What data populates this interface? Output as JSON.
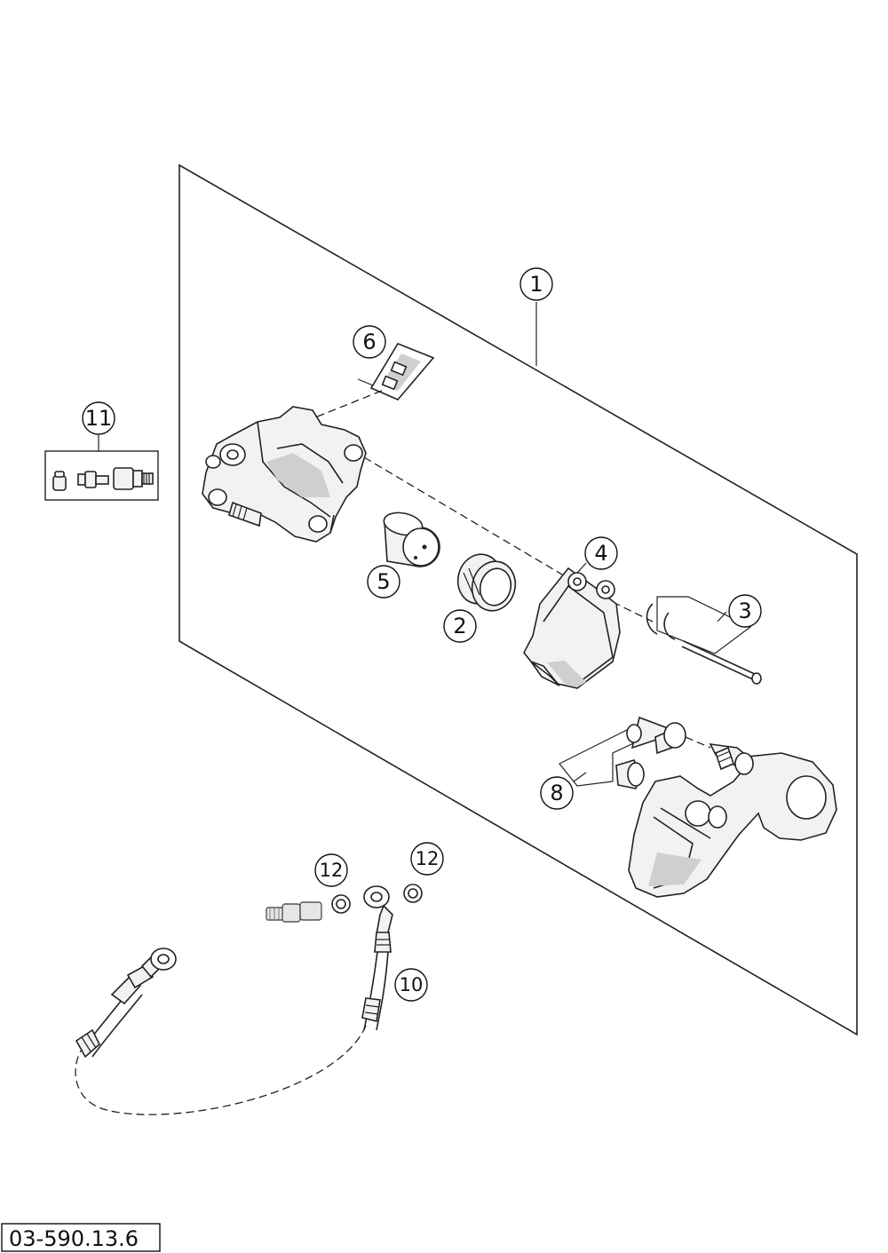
{
  "drawing": {
    "code": "03-590.13.6"
  },
  "parts": {
    "p1": "1",
    "p2": "2",
    "p3": "3",
    "p4": "4",
    "p5": "5",
    "p6": "6",
    "p8": "8",
    "p10": "10",
    "p11": "11",
    "p12a": "12",
    "p12b": "12"
  },
  "style": {
    "line_color": "#222222",
    "fill_color": "#f2f2f2",
    "background": "#ffffff"
  }
}
